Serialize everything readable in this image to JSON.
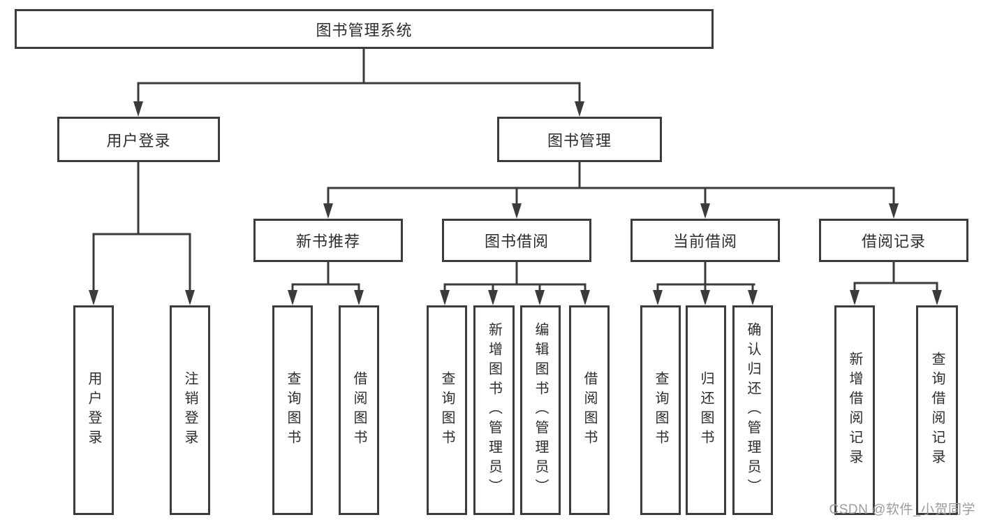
{
  "diagram": {
    "root": {
      "label": "图书管理系统"
    },
    "branches": [
      {
        "label": "用户登录",
        "children": [
          {
            "label": "用户登录"
          },
          {
            "label": "注销登录"
          }
        ]
      },
      {
        "label": "图书管理",
        "groups": [
          {
            "label": "新书推荐",
            "children": [
              {
                "label": "查询图书"
              },
              {
                "label": "借阅图书"
              }
            ]
          },
          {
            "label": "图书借阅",
            "children": [
              {
                "label": "查询图书"
              },
              {
                "label": "新增图书（管理员）"
              },
              {
                "label": "编辑图书（管理员）"
              },
              {
                "label": "借阅图书"
              }
            ]
          },
          {
            "label": "当前借阅",
            "children": [
              {
                "label": "查询图书"
              },
              {
                "label": "归还图书"
              },
              {
                "label": "确认归还（管理员）"
              }
            ]
          },
          {
            "label": "借阅记录",
            "children": [
              {
                "label": "新增借阅记录"
              },
              {
                "label": "查询借阅记录"
              }
            ]
          }
        ]
      }
    ]
  },
  "watermark": "CSDN @软件_小贺同学",
  "colors": {
    "line": "#3b3b3b",
    "text": "#2d2d2d",
    "background": "#ffffff",
    "watermark": "#9c9c9c"
  }
}
